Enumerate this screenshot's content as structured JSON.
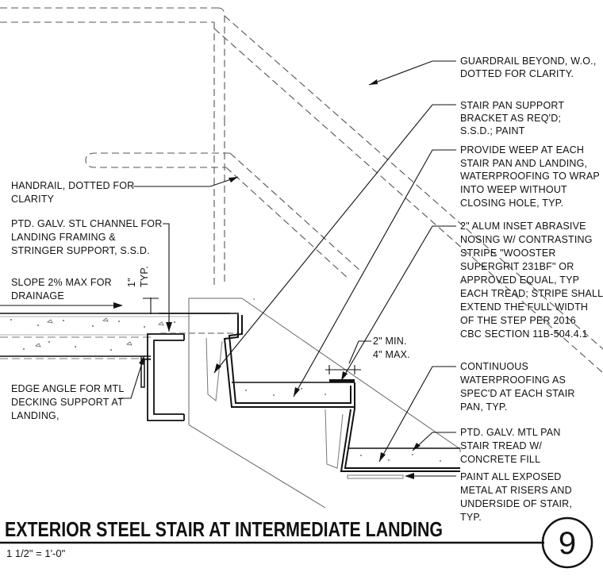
{
  "notes": {
    "guardrail": [
      "GUARDRAIL BEYOND, W.O.,",
      "DOTTED FOR CLARITY."
    ],
    "bracket": [
      "STAIR PAN SUPPORT",
      "BRACKET AS REQ'D;",
      "S.S.D.; PAINT"
    ],
    "weep": [
      "PROVIDE WEEP AT EACH",
      "STAIR PAN AND LANDING,",
      "WATERPROOFING TO WRAP",
      "INTO WEEP WITHOUT",
      "CLOSING HOLE, TYP."
    ],
    "nosing": [
      "2\" ALUM INSET ABRASIVE",
      "NOSING W/ CONTRASTING",
      "STRIPE \"WOOSTER",
      "SUPERGRIT 231BF\" OR",
      "APPROVED EQUAL, TYP",
      "EACH TREAD; STRIPE SHALL",
      "EXTEND THE FULL WIDTH",
      "OF THE STEP PER 2016",
      "CBC SECTION 11B-504.4.1"
    ],
    "waterproofing": [
      "CONTINUOUS",
      "WATERPROOFING AS",
      "SPEC'D AT EACH STAIR",
      "PAN, TYP."
    ],
    "pan": [
      "PTD. GALV. MTL PAN",
      "STAIR TREAD W/",
      "CONCRETE FILL"
    ],
    "paint": [
      "PAINT ALL EXPOSED",
      "METAL AT RISERS AND",
      "UNDERSIDE OF STAIR,",
      "TYP."
    ],
    "handrail": [
      "HANDRAIL, DOTTED FOR",
      "CLARITY"
    ],
    "channel": [
      "PTD. GALV. STL CHANNEL FOR",
      "LANDING FRAMING &",
      "STRINGER SUPPORT, S.S.D."
    ],
    "slope": [
      "SLOPE 2% MAX FOR",
      "DRAINAGE"
    ],
    "edge_angle": [
      "EDGE ANGLE FOR MTL",
      "DECKING SUPPORT AT",
      "LANDING,"
    ]
  },
  "dims": {
    "typ_value": "1\"",
    "typ_label": "TYP.",
    "min": "2\" MIN.",
    "max": "4\" MAX."
  },
  "title_block": {
    "title": "EXTERIOR STEEL STAIR AT INTERMEDIATE LANDING",
    "scale": "1 1/2\" = 1'-0\"",
    "detail_number": "9"
  }
}
